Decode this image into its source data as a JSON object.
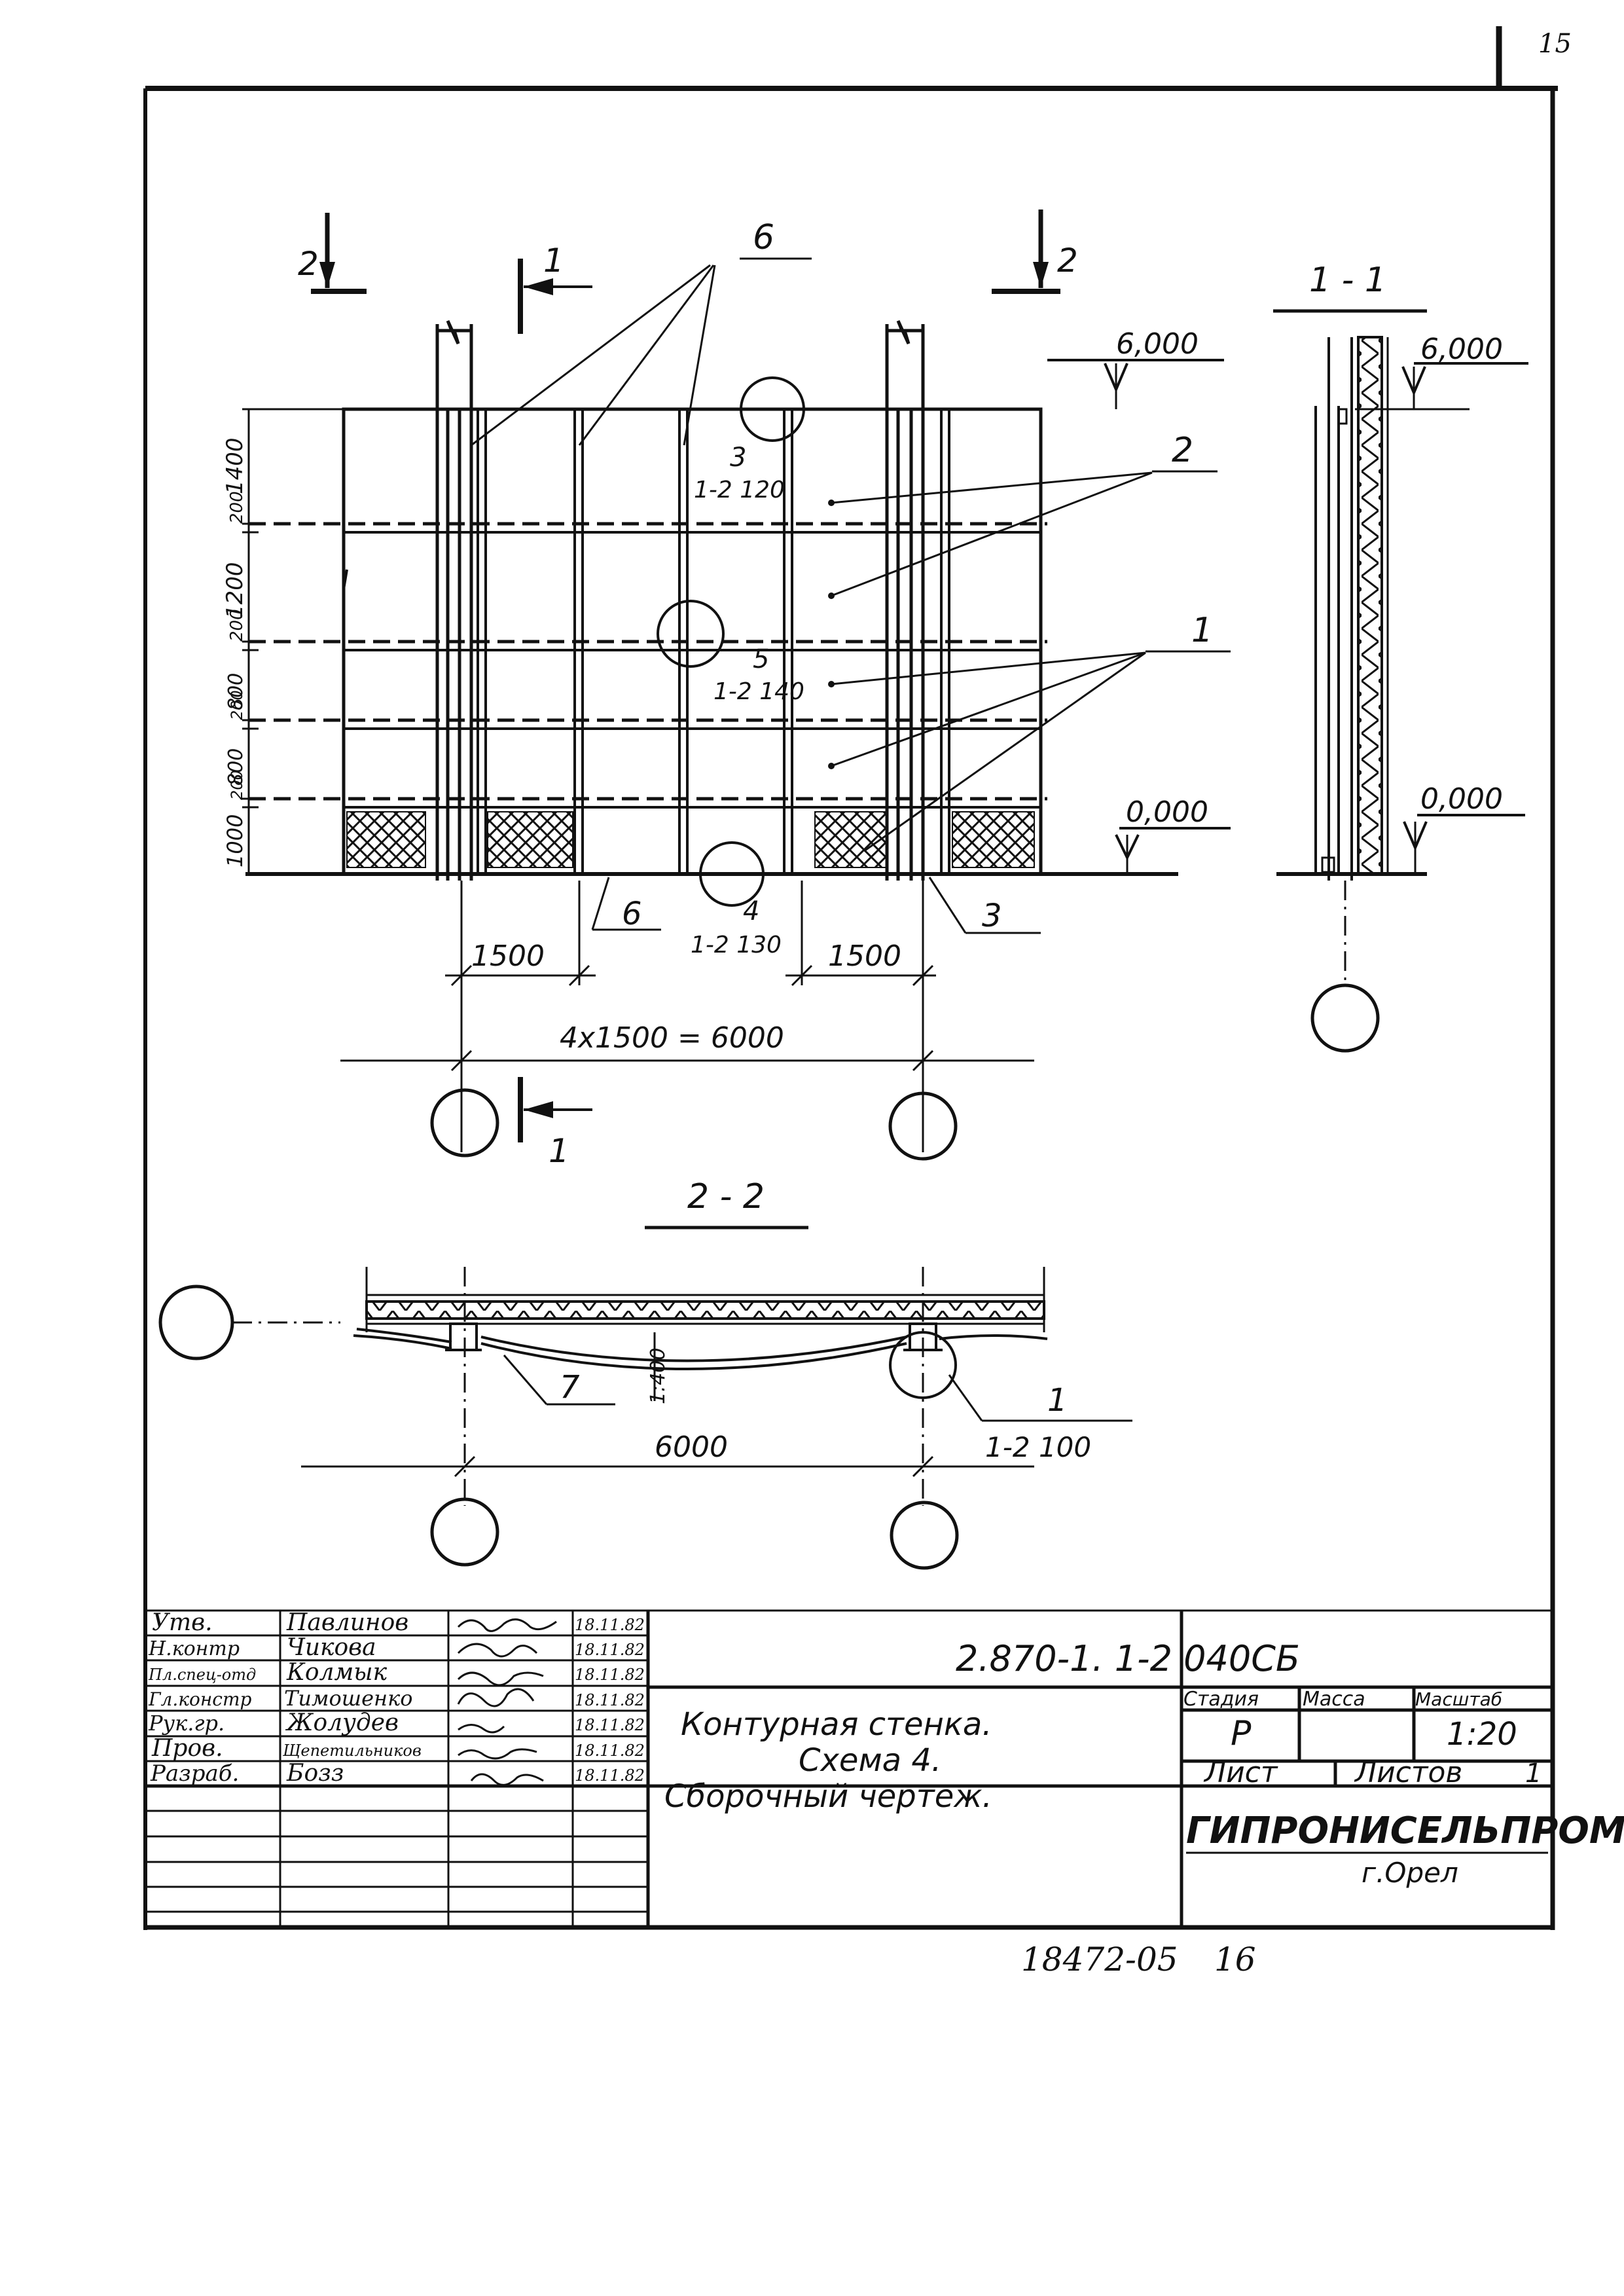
{
  "sheet": {
    "number": "15",
    "bottom_code": "18472-05",
    "bottom_page": "16"
  },
  "plan": {
    "section_marks": {
      "left_2": "2",
      "right_2": "2",
      "sec1_top": "1",
      "sec1_bottom": "1"
    },
    "callouts": {
      "six_top": "6",
      "two": "2",
      "one": "1",
      "six_bottom": "6",
      "three_right": "3"
    },
    "elev_top": "6,000",
    "elev_bottom": "0,000",
    "left_dims": [
      "1400",
      "200",
      "1200",
      "200",
      "800",
      "200",
      "800",
      "200",
      "1000"
    ],
    "nodes": [
      {
        "num": "3",
        "ref": "1-2 120"
      },
      {
        "num": "5",
        "ref": "1-2 140"
      },
      {
        "num": "4",
        "ref": "1-2 130"
      }
    ],
    "dim_left": "1500",
    "dim_right": "1500",
    "dim_total": "4x1500 = 6000"
  },
  "section_1_1": {
    "title": "1 - 1",
    "elev_top": "6,000",
    "elev_bottom": "0,000"
  },
  "section_2_2": {
    "title": "2 - 2",
    "dim_slope": "1:400",
    "callout_7": "7",
    "callout_1": "1",
    "node_ref": "1-2 100",
    "dim_total": "6000"
  },
  "title_block": {
    "rows": [
      {
        "role": "Утв.",
        "name": "Павлинов",
        "date": "18.11.82"
      },
      {
        "role": "Н.контр",
        "name": "Чикова",
        "date": "18.11.82"
      },
      {
        "role": "Пл.спец-отд",
        "name": "Колмык",
        "date": "18.11.82"
      },
      {
        "role": "Гл.констр",
        "name": "Тимошенко",
        "date": "18.11.82"
      },
      {
        "role": "Рук.гр.",
        "name": "Жолудев",
        "date": "18.11.82"
      },
      {
        "role": "Пров.",
        "name": "Щепетильников",
        "date": "18.11.82"
      },
      {
        "role": "Разраб.",
        "name": "Бозз",
        "date": "18.11.82"
      }
    ],
    "doc_code": "2.870-1. 1-2 040СБ",
    "title_lines": [
      "Контурная стенка.",
      "Схема 4.",
      "Сборочный чертеж."
    ],
    "col_stage": "Стадия",
    "col_mass": "Масса",
    "col_scale": "Масштаб",
    "stage": "Р",
    "scale": "1:20",
    "sheet_label": "Лист",
    "sheets_label": "Листов",
    "sheets_count": "1",
    "org": "ГИПРОНИСЕЛЬПРОМ",
    "city": "г.Орел"
  }
}
